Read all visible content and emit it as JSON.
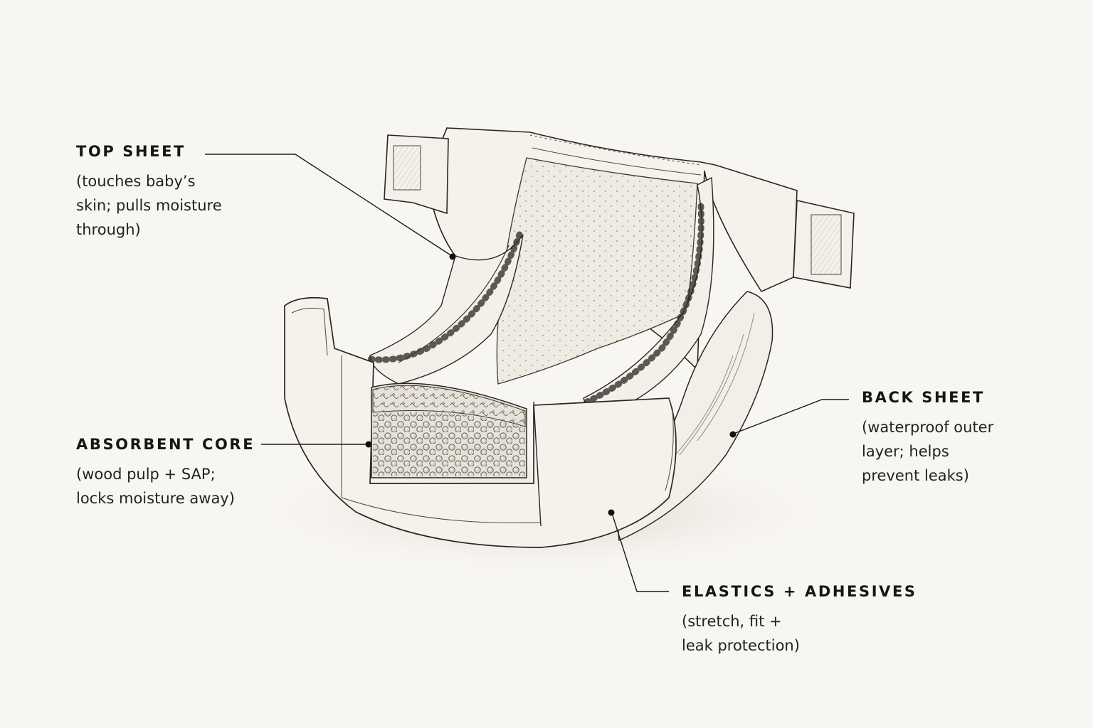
{
  "callouts": {
    "top_sheet": {
      "title": "TOP SHEET",
      "desc_lines": [
        "(touches baby’s",
        "skin; pulls moisture",
        "through)"
      ]
    },
    "absorbent_core": {
      "title": "ABSORBENT CORE",
      "desc_lines": [
        "(wood pulp + SAP;",
        "locks moisture away)"
      ]
    },
    "back_sheet": {
      "title": "BACK SHEET",
      "desc_lines": [
        "(waterproof outer",
        "layer; helps",
        "prevent leaks)"
      ]
    },
    "elastics_adhesives": {
      "title": "ELASTICS + ADHESIVES",
      "desc_lines": [
        "(stretch, fit +",
        "leak protection)"
      ]
    }
  },
  "colors": {
    "background": "#f8f6f2",
    "ink": "#1c1c1c",
    "paper": "#f5f2ec",
    "core": "#e6e2da"
  }
}
